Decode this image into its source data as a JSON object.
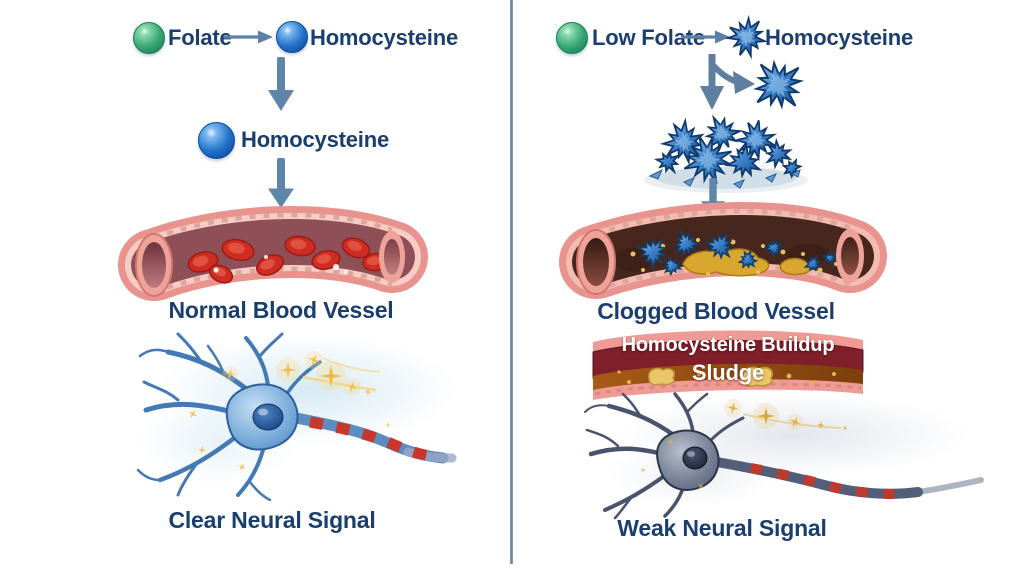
{
  "left_panel": {
    "flow": {
      "source": "Folate",
      "product": "Homocysteine"
    },
    "molecule_label": "Homocysteine",
    "vessel_caption": "Normal Blood Vessel",
    "neuron_caption": "Clear Neural Signal"
  },
  "right_panel": {
    "flow": {
      "source": "Low Folate",
      "product": "Homocysteine"
    },
    "vessel_caption": "Clogged Blood Vessel",
    "buildup": {
      "line1": "Homocysteine Buildup",
      "line2": "Sludge"
    },
    "neuron_caption": "Weak Neural Signal"
  },
  "icons": {
    "folate": "green-sphere",
    "homocysteine_normal": "blue-sphere",
    "homocysteine_elevated": "blue-spiky-crystal",
    "conversion": "right-arrow",
    "progression": "down-arrow"
  },
  "colors": {
    "background": "#ffffff",
    "caption_text": "#1a3e6e",
    "banner_text": "#ffffff",
    "divider": "#5f7f9f",
    "folate_green": "#3aa876",
    "homocysteine_blue": "#2272cb",
    "crystal_blue": "#3f84cc",
    "arrow_steel_blue": "#5f86a8",
    "vessel_wall_pink": "#e8938d",
    "normal_lumen": "#8e4f57",
    "clogged_lumen": "#47261d",
    "red_blood_cell": "#cf2d24",
    "sludge_gold": "#d9a72e",
    "buildup_dark_red": "#7e1f2a",
    "buildup_brown": "#9a5014",
    "healthy_neuron": "#4a86c2",
    "weak_neuron": "#4d5870",
    "spark_gold": "#f0bf4a"
  }
}
